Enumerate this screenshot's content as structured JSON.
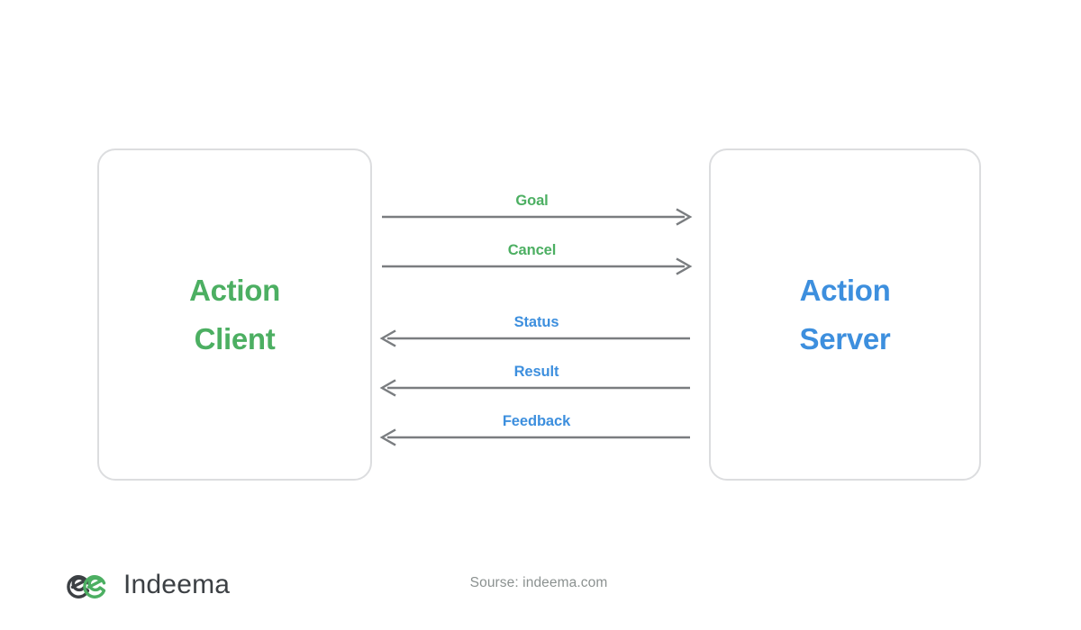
{
  "diagram": {
    "background_color": "#ffffff",
    "nodes": [
      {
        "id": "action-client",
        "line1": "Action",
        "line2": "Client",
        "color": "#4caf62",
        "border_color": "#dcdddf"
      },
      {
        "id": "action-server",
        "line1": "Action",
        "line2": "Server",
        "color": "#3d8fde",
        "border_color": "#dcdddf"
      }
    ],
    "messages": [
      {
        "label": "Goal",
        "direction": "client-to-server",
        "color": "#4caf62",
        "line_color": "#7a7d80"
      },
      {
        "label": "Cancel",
        "direction": "client-to-server",
        "color": "#4caf62",
        "line_color": "#7a7d80"
      },
      {
        "label": "Status",
        "direction": "server-to-client",
        "color": "#3d8fde",
        "line_color": "#7a7d80"
      },
      {
        "label": "Result",
        "direction": "server-to-client",
        "color": "#3d8fde",
        "line_color": "#7a7d80"
      },
      {
        "label": "Feedback",
        "direction": "server-to-client",
        "color": "#3d8fde",
        "line_color": "#7a7d80"
      }
    ]
  },
  "footer": {
    "logo_text": "Indeema",
    "logo_mark_dark_color": "#3c4044",
    "logo_mark_green_color": "#4caf62",
    "source": "Sourse: indeema.com"
  }
}
